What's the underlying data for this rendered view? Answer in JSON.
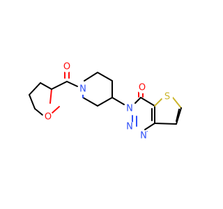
{
  "colors": {
    "bond": "#000000",
    "oxygen": "#ff0d0d",
    "nitrogen": "#2f50f8",
    "sulfur": "#ccb52c",
    "background": "#ffffff"
  },
  "atoms": {
    "o_carbonyl_left": "O",
    "o_ring_thf": "O",
    "n_piperidine": "N",
    "n3_triazinone": "N",
    "n2_triazinone": "N",
    "n1_triazinone": "N",
    "s_thiophene": "S",
    "o_carbonyl_right": "O"
  }
}
